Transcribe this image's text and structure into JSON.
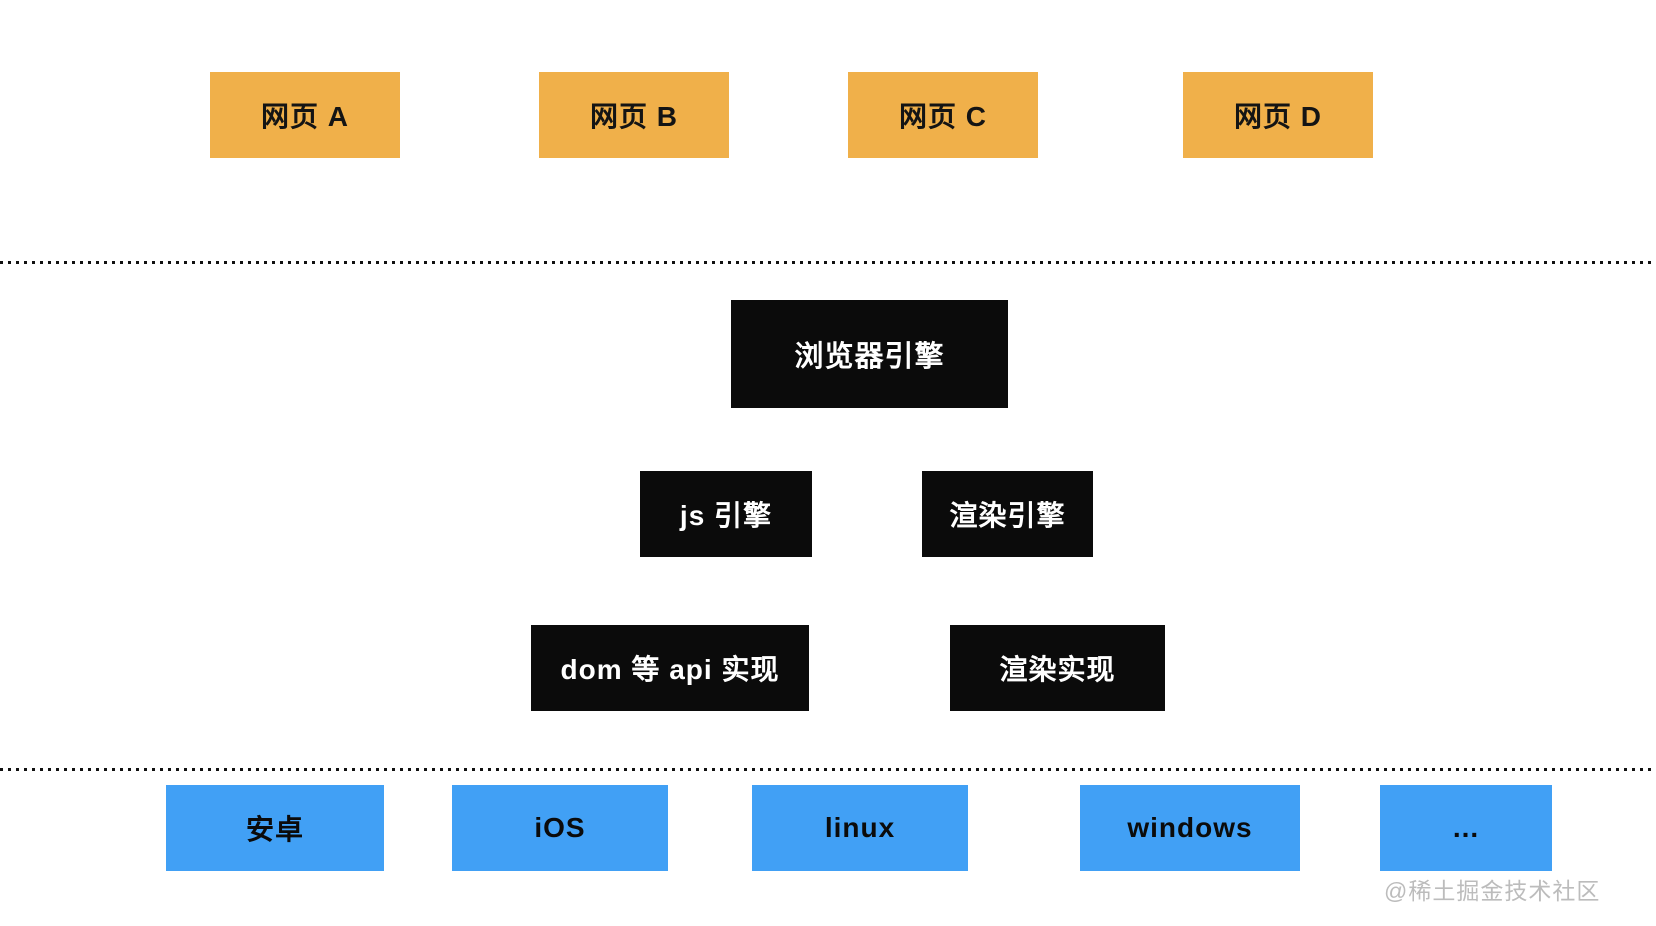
{
  "diagram": {
    "webpages": [
      {
        "label": "网页 A"
      },
      {
        "label": "网页 B"
      },
      {
        "label": "网页 C"
      },
      {
        "label": "网页 D"
      }
    ],
    "browser_engine": {
      "label": "浏览器引擎"
    },
    "engines": [
      {
        "label": "js 引擎"
      },
      {
        "label": "渲染引擎"
      }
    ],
    "implementations": [
      {
        "label": "dom 等 api 实现"
      },
      {
        "label": "渲染实现"
      }
    ],
    "platforms": [
      {
        "label": "安卓"
      },
      {
        "label": "iOS"
      },
      {
        "label": "linux"
      },
      {
        "label": "windows"
      },
      {
        "label": "..."
      }
    ],
    "watermark": "@稀土掘金技术社区",
    "colors": {
      "webpage_fill": "#F0B04A",
      "engine_fill": "#0B0B0B",
      "platform_fill": "#41A0F5",
      "webpage_text": "#141414",
      "engine_text": "#FFFFFF",
      "platform_text": "#0B0B0B",
      "separator_dots": "#111111",
      "watermark_text": "#BCBCBC",
      "background": "#FFFFFF"
    }
  }
}
